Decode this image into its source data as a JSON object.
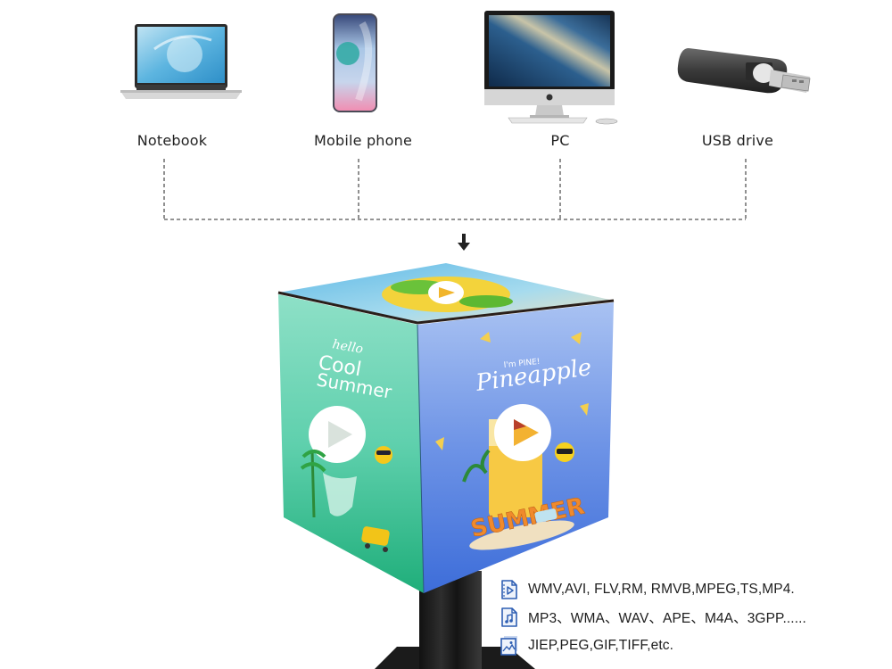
{
  "sources": [
    {
      "id": "notebook",
      "label": "Notebook",
      "icon": "laptop-icon"
    },
    {
      "id": "mobile",
      "label": "Mobile phone",
      "icon": "smartphone-icon"
    },
    {
      "id": "pc",
      "label": "PC",
      "icon": "desktop-computer-icon"
    },
    {
      "id": "usb",
      "label": "USB drive",
      "icon": "usb-drive-icon"
    }
  ],
  "connector": {
    "style": "dashed",
    "arrow": "down-arrow-icon"
  },
  "cube_display": {
    "left_face": {
      "script_text": "hello",
      "title_line1": "Cool",
      "title_line2": "Summer",
      "bg_color": "#3fc6a0"
    },
    "right_face": {
      "small_text": "I'm PINE!",
      "title": "Pineapple",
      "banner_text": "SUMMER",
      "bg_color": "#5f86e0"
    },
    "top_face": {
      "bg_color": "#6cc3e6"
    }
  },
  "formats": [
    {
      "icon": "video-file-icon",
      "text": "WMV,AVI, FLV,RM, RMVB,MPEG,TS,MP4."
    },
    {
      "icon": "audio-file-icon",
      "text": "MP3、WMA、WAV、APE、M4A、3GPP......"
    },
    {
      "icon": "image-file-icon",
      "text": "JIEP,PEG,GIF,TIFF,etc."
    }
  ],
  "colors": {
    "accent_icon": "#2f5fb3",
    "line": "#555555",
    "text": "#222222"
  }
}
